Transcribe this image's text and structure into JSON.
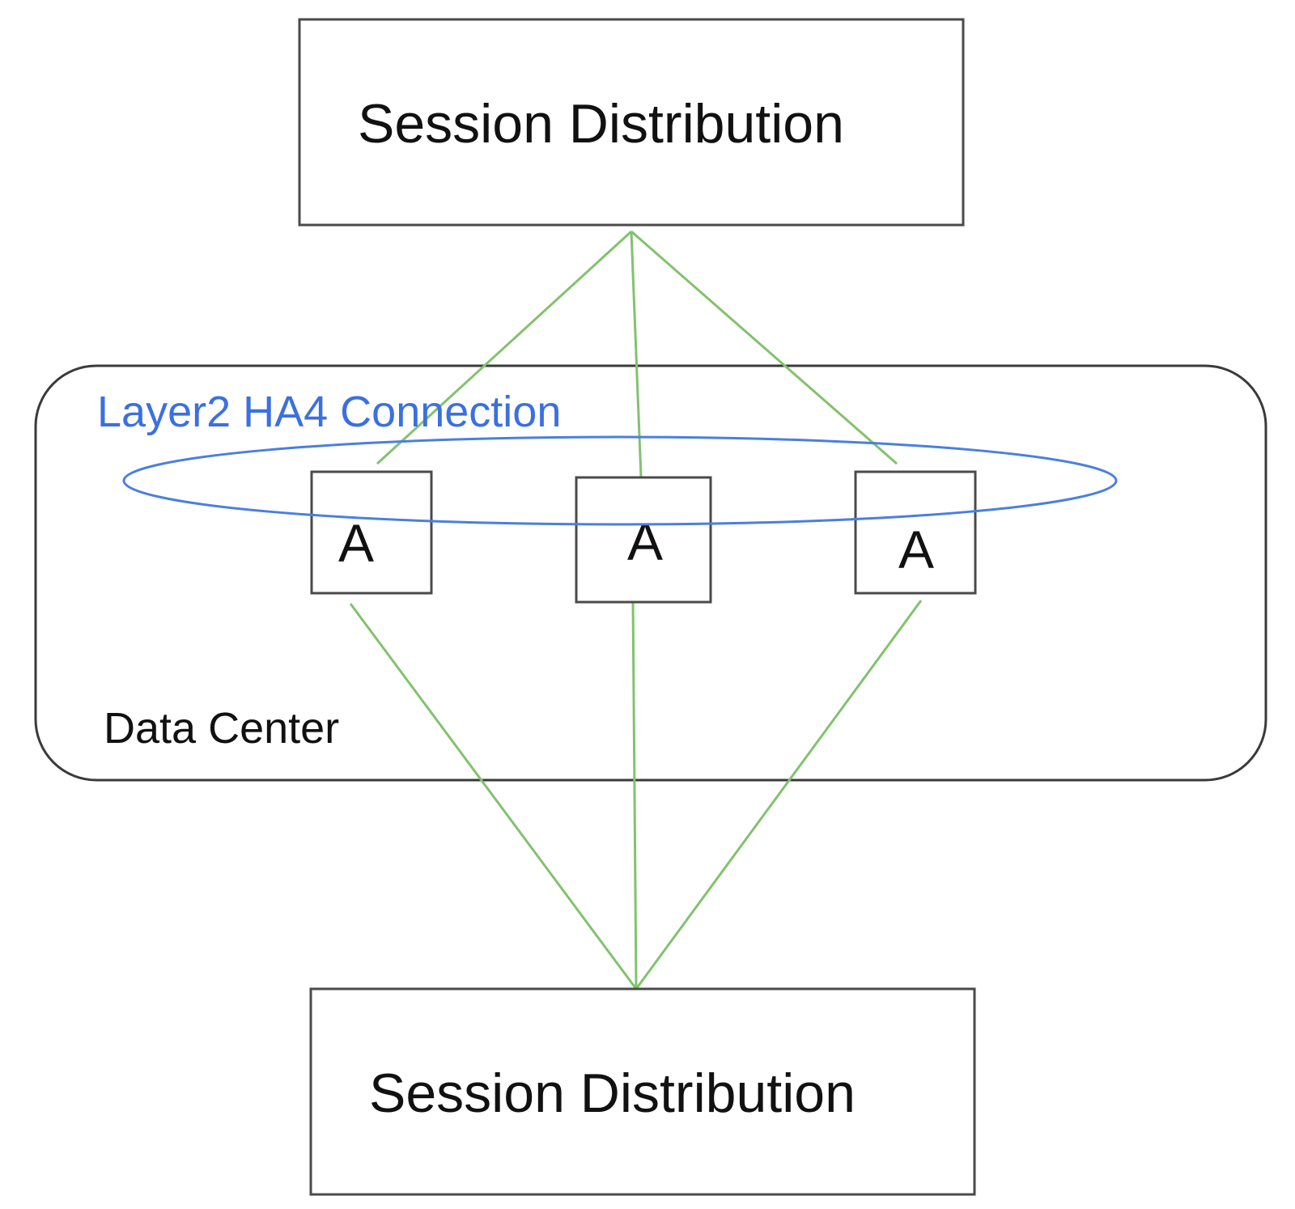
{
  "top_node": {
    "label": "Session Distribution"
  },
  "bottom_node": {
    "label": "Session Distribution"
  },
  "data_center": {
    "label": "Data Center"
  },
  "ha_connection": {
    "label": "Layer2 HA4 Connection"
  },
  "agents": [
    {
      "label": "A"
    },
    {
      "label": "A"
    },
    {
      "label": "A"
    }
  ],
  "colors": {
    "link": "#82c26e",
    "ha_ring": "#4a7fe0",
    "ha_text": "#3b70df",
    "border": "#4a4a4a"
  }
}
